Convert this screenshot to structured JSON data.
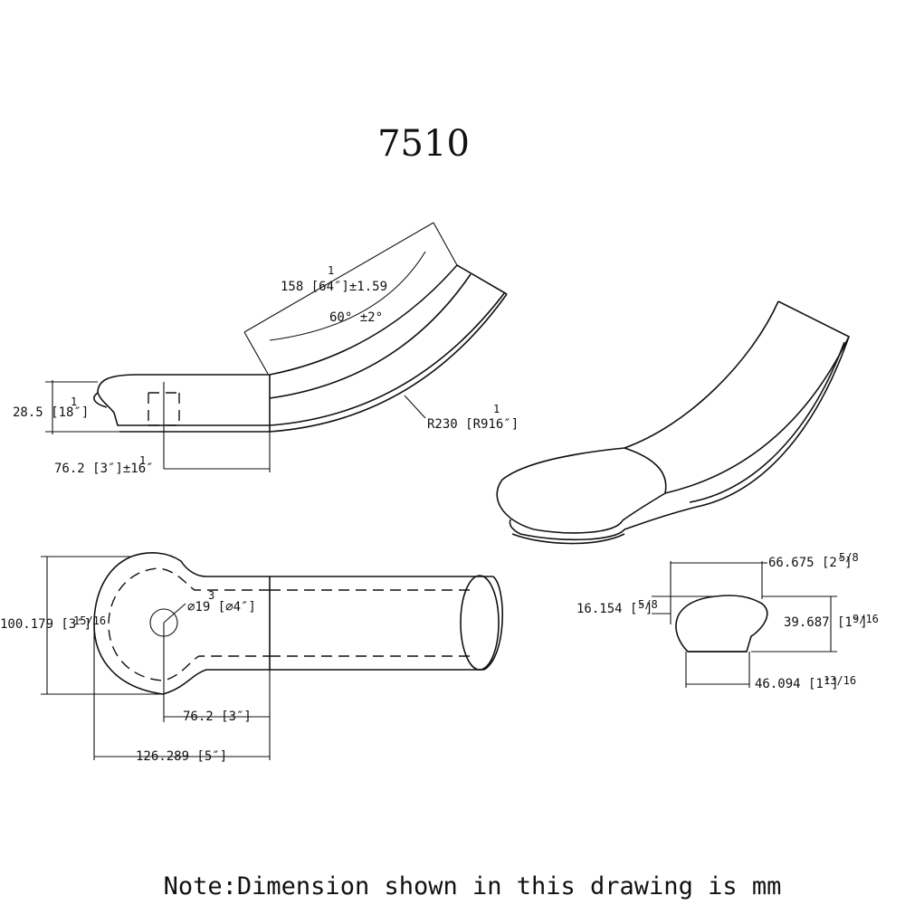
{
  "drawing": {
    "title": "7510",
    "note": "Note:Dimension shown in this drawing is mm"
  },
  "side_view": {
    "arc_length": "158 [64″]±1.59",
    "arc_length_fraction_top": "1",
    "angle": "60° ±2°",
    "radius": "R230 [R916″]",
    "radius_fraction_top": "1",
    "height": "28.5 [18″]",
    "height_fraction_top": "1",
    "length": "76.2 [3″]±16″",
    "length_fraction_top": "1"
  },
  "top_view": {
    "hole": "⌀19 [⌀4″]",
    "hole_fraction_top": "3",
    "width": "100.179 [3″]",
    "width_fraction": "15/16",
    "center_length": "76.2 [3″]",
    "overall_length": "126.289 [5″]"
  },
  "section_view": {
    "top_width": "66.675 [2″]",
    "top_width_fraction": "5/8",
    "lip": "16.154 [″]",
    "lip_fraction": "5/8",
    "height": "39.687 [1″]",
    "height_fraction": "9/16",
    "bottom_width": "46.094 [1″]",
    "bottom_width_fraction": "13/16"
  }
}
